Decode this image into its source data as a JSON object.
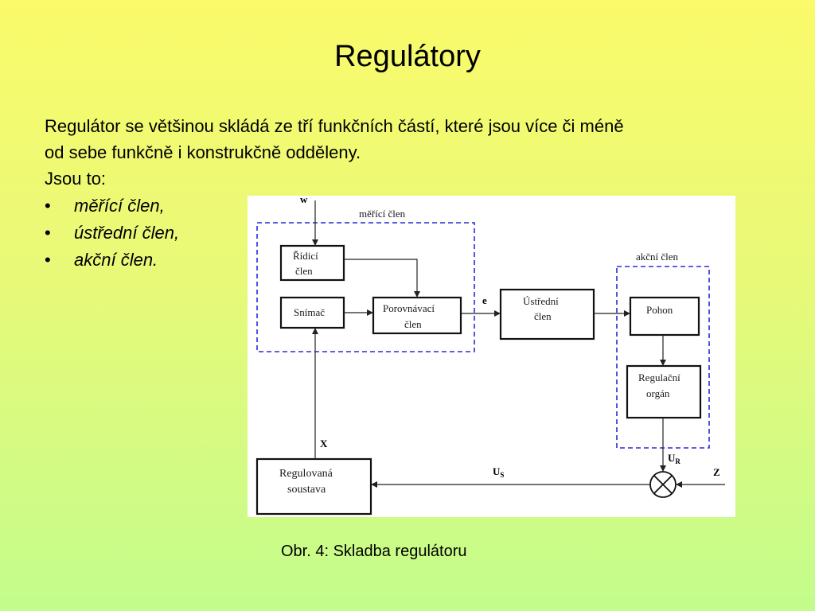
{
  "slide": {
    "title": "Regulátory",
    "paragraph": {
      "line1": "Regulátor se většinou skládá ze tří funkčních částí, které jsou více či méně",
      "line2": "od sebe funkčně i konstrukčně odděleny.",
      "line3": "Jsou to:"
    },
    "bullets": [
      {
        "symbol": "•",
        "text": "měřící člen,"
      },
      {
        "symbol": "•",
        "text": "ústřední člen,"
      },
      {
        "symbol": "•",
        "text": "akční člen."
      }
    ],
    "caption": "Obr. 4: Skladba regulátoru"
  },
  "diagram": {
    "groups": {
      "measuring": "měřící člen",
      "action": "akční člen"
    },
    "blocks": {
      "ridici": [
        "Řídicí",
        "člen"
      ],
      "snimac": [
        "Snímač"
      ],
      "porovnavaci": [
        "Porovnávací",
        "člen"
      ],
      "ustredni": [
        "Ústřední",
        "člen"
      ],
      "pohon": [
        "Pohon"
      ],
      "regulacni": [
        "Regulační",
        "orgán"
      ],
      "soustava": [
        "Regulovaná",
        "soustava"
      ]
    },
    "signals": {
      "w": "w",
      "e": "e",
      "x": "X",
      "ur": "U",
      "ur_sub": "R",
      "us": "U",
      "us_sub": "S",
      "z": "Z"
    }
  }
}
